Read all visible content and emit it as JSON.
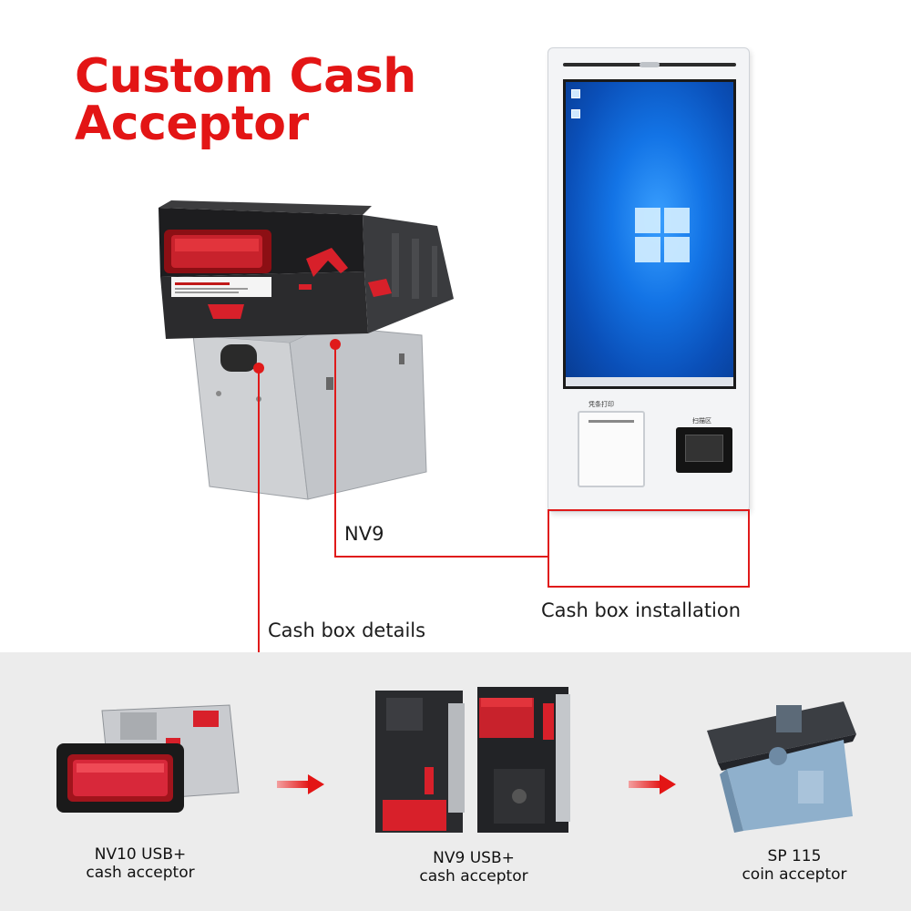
{
  "title": {
    "line1": "Custom Cash",
    "line2": "Acceptor"
  },
  "labels": {
    "nv9": "NV9",
    "cash_box_installation": "Cash box installation",
    "cash_box_details": "Cash box details"
  },
  "kiosk": {
    "printer_label": "凭条打印",
    "scanner_label": "扫描区"
  },
  "products": [
    {
      "name_line1": "NV10 USB+",
      "name_line2": "cash acceptor"
    },
    {
      "name_line1": "NV9 USB+",
      "name_line2": "cash acceptor"
    },
    {
      "name_line1": "SP 115",
      "name_line2": "coin acceptor"
    }
  ],
  "colors": {
    "accent_red": "#e31515",
    "device_red": "#d8202a",
    "screen_blue": "#1374e6",
    "band_gray": "#ececec"
  },
  "icons": [
    "windows-logo-icon",
    "arrow-right-icon"
  ]
}
